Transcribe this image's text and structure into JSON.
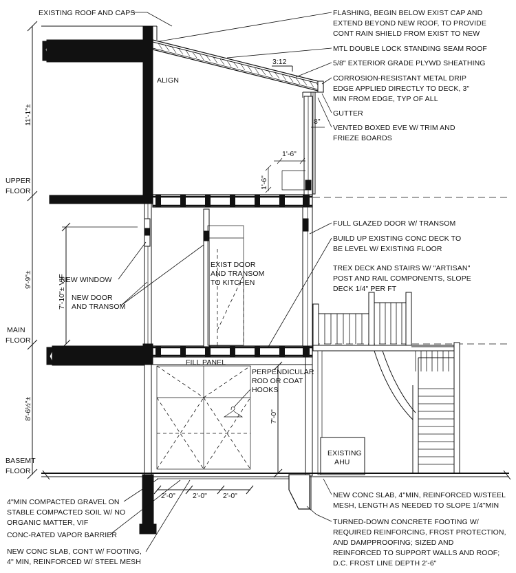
{
  "levels": {
    "upper_floor": [
      "UPPER",
      "FLOOR"
    ],
    "main_floor": [
      "MAIN",
      "FLOOR"
    ],
    "basement_floor": [
      "BASEMT",
      "FLOOR"
    ]
  },
  "dimensions": {
    "upper_height": "11'-1\"±",
    "main_height": "9'-9\"±",
    "basement_height": "8'-6½\"±",
    "door_height": "7'-10\"± VIF",
    "basement_door_height": "7'-0\"",
    "eave_width": "8\"",
    "window_width": "1'-6\"",
    "window_height": "1'-6\"",
    "roof_slope": "3:12",
    "footing_bays": [
      "2'-0\"",
      "2'-0\"",
      "2'-0\""
    ]
  },
  "notes": {
    "existing_roof": "EXISTING ROOF AND CAPS",
    "align": "ALIGN",
    "flashing": [
      "FLASHING, BEGIN BELOW EXIST CAP AND",
      "EXTEND BEYOND NEW ROOF, TO PROVIDE",
      "CONT RAIN SHIELD FROM EXIST TO NEW"
    ],
    "mtl_roof": "MTL DOUBLE LOCK STANDING SEAM ROOF",
    "sheathing": "5/8\" EXTERIOR GRADE PLYWD SHEATHING",
    "drip_edge": [
      "CORROSION-RESISTANT METAL DRIP",
      "EDGE APPLIED DIRECTLY TO DECK, 3\"",
      "MIN FROM EDGE, TYP OF ALL"
    ],
    "gutter": "GUTTER",
    "boxed_eve": [
      "VENTED BOXED EVE W/ TRIM AND",
      "FRIEZE BOARDS"
    ],
    "glazed_door": "FULL GLAZED DOOR W/ TRANSOM",
    "build_up_deck": [
      "BUILD UP EXISTING CONC DECK TO",
      "BE LEVEL W/ EXISTING FLOOR"
    ],
    "trex_deck": [
      "TREX DECK AND STAIRS W/ \"ARTISAN\"",
      "POST AND RAIL COMPONENTS, SLOPE",
      "DECK 1/4\" PER FT"
    ],
    "new_window": "NEW WINDOW",
    "new_door": [
      "NEW DOOR",
      "AND TRANSOM"
    ],
    "exist_door": [
      "EXIST DOOR",
      "AND TRANSOM",
      "TO KITCHEN"
    ],
    "fill_panel": "FILL PANEL",
    "rod_hooks": [
      "PERPENDICULAR",
      "ROD OR COAT",
      "HOOKS"
    ],
    "existing_ahu": [
      "EXISTING",
      "AHU"
    ],
    "gravel": [
      "4\"MIN COMPACTED GRAVEL ON",
      "STABLE COMPACTED SOIL W/ NO",
      "ORGANIC MATTER, VIF"
    ],
    "vapor_barrier": "CONC-RATED VAPOR BARRIER",
    "new_slab_footing": [
      "NEW CONC SLAB, CONT W/ FOOTING,",
      "4\" MIN, REINFORCED W/ STEEL MESH"
    ],
    "new_slab": [
      "NEW CONC SLAB, 4\"MIN, REINFORCED W/STEEL",
      "MESH, LENGTH AS NEEDED TO SLOPE 1/4\"MIN"
    ],
    "turned_footing": [
      "TURNED-DOWN CONCRETE FOOTING W/",
      "REQUIRED REINFORCING, FROST PROTECTION,",
      "AND DAMPPROOFING; SIZED AND",
      "REINFORCED TO SUPPORT WALLS AND ROOF;",
      "D.C. FROST LINE DEPTH 2'-6\""
    ]
  }
}
